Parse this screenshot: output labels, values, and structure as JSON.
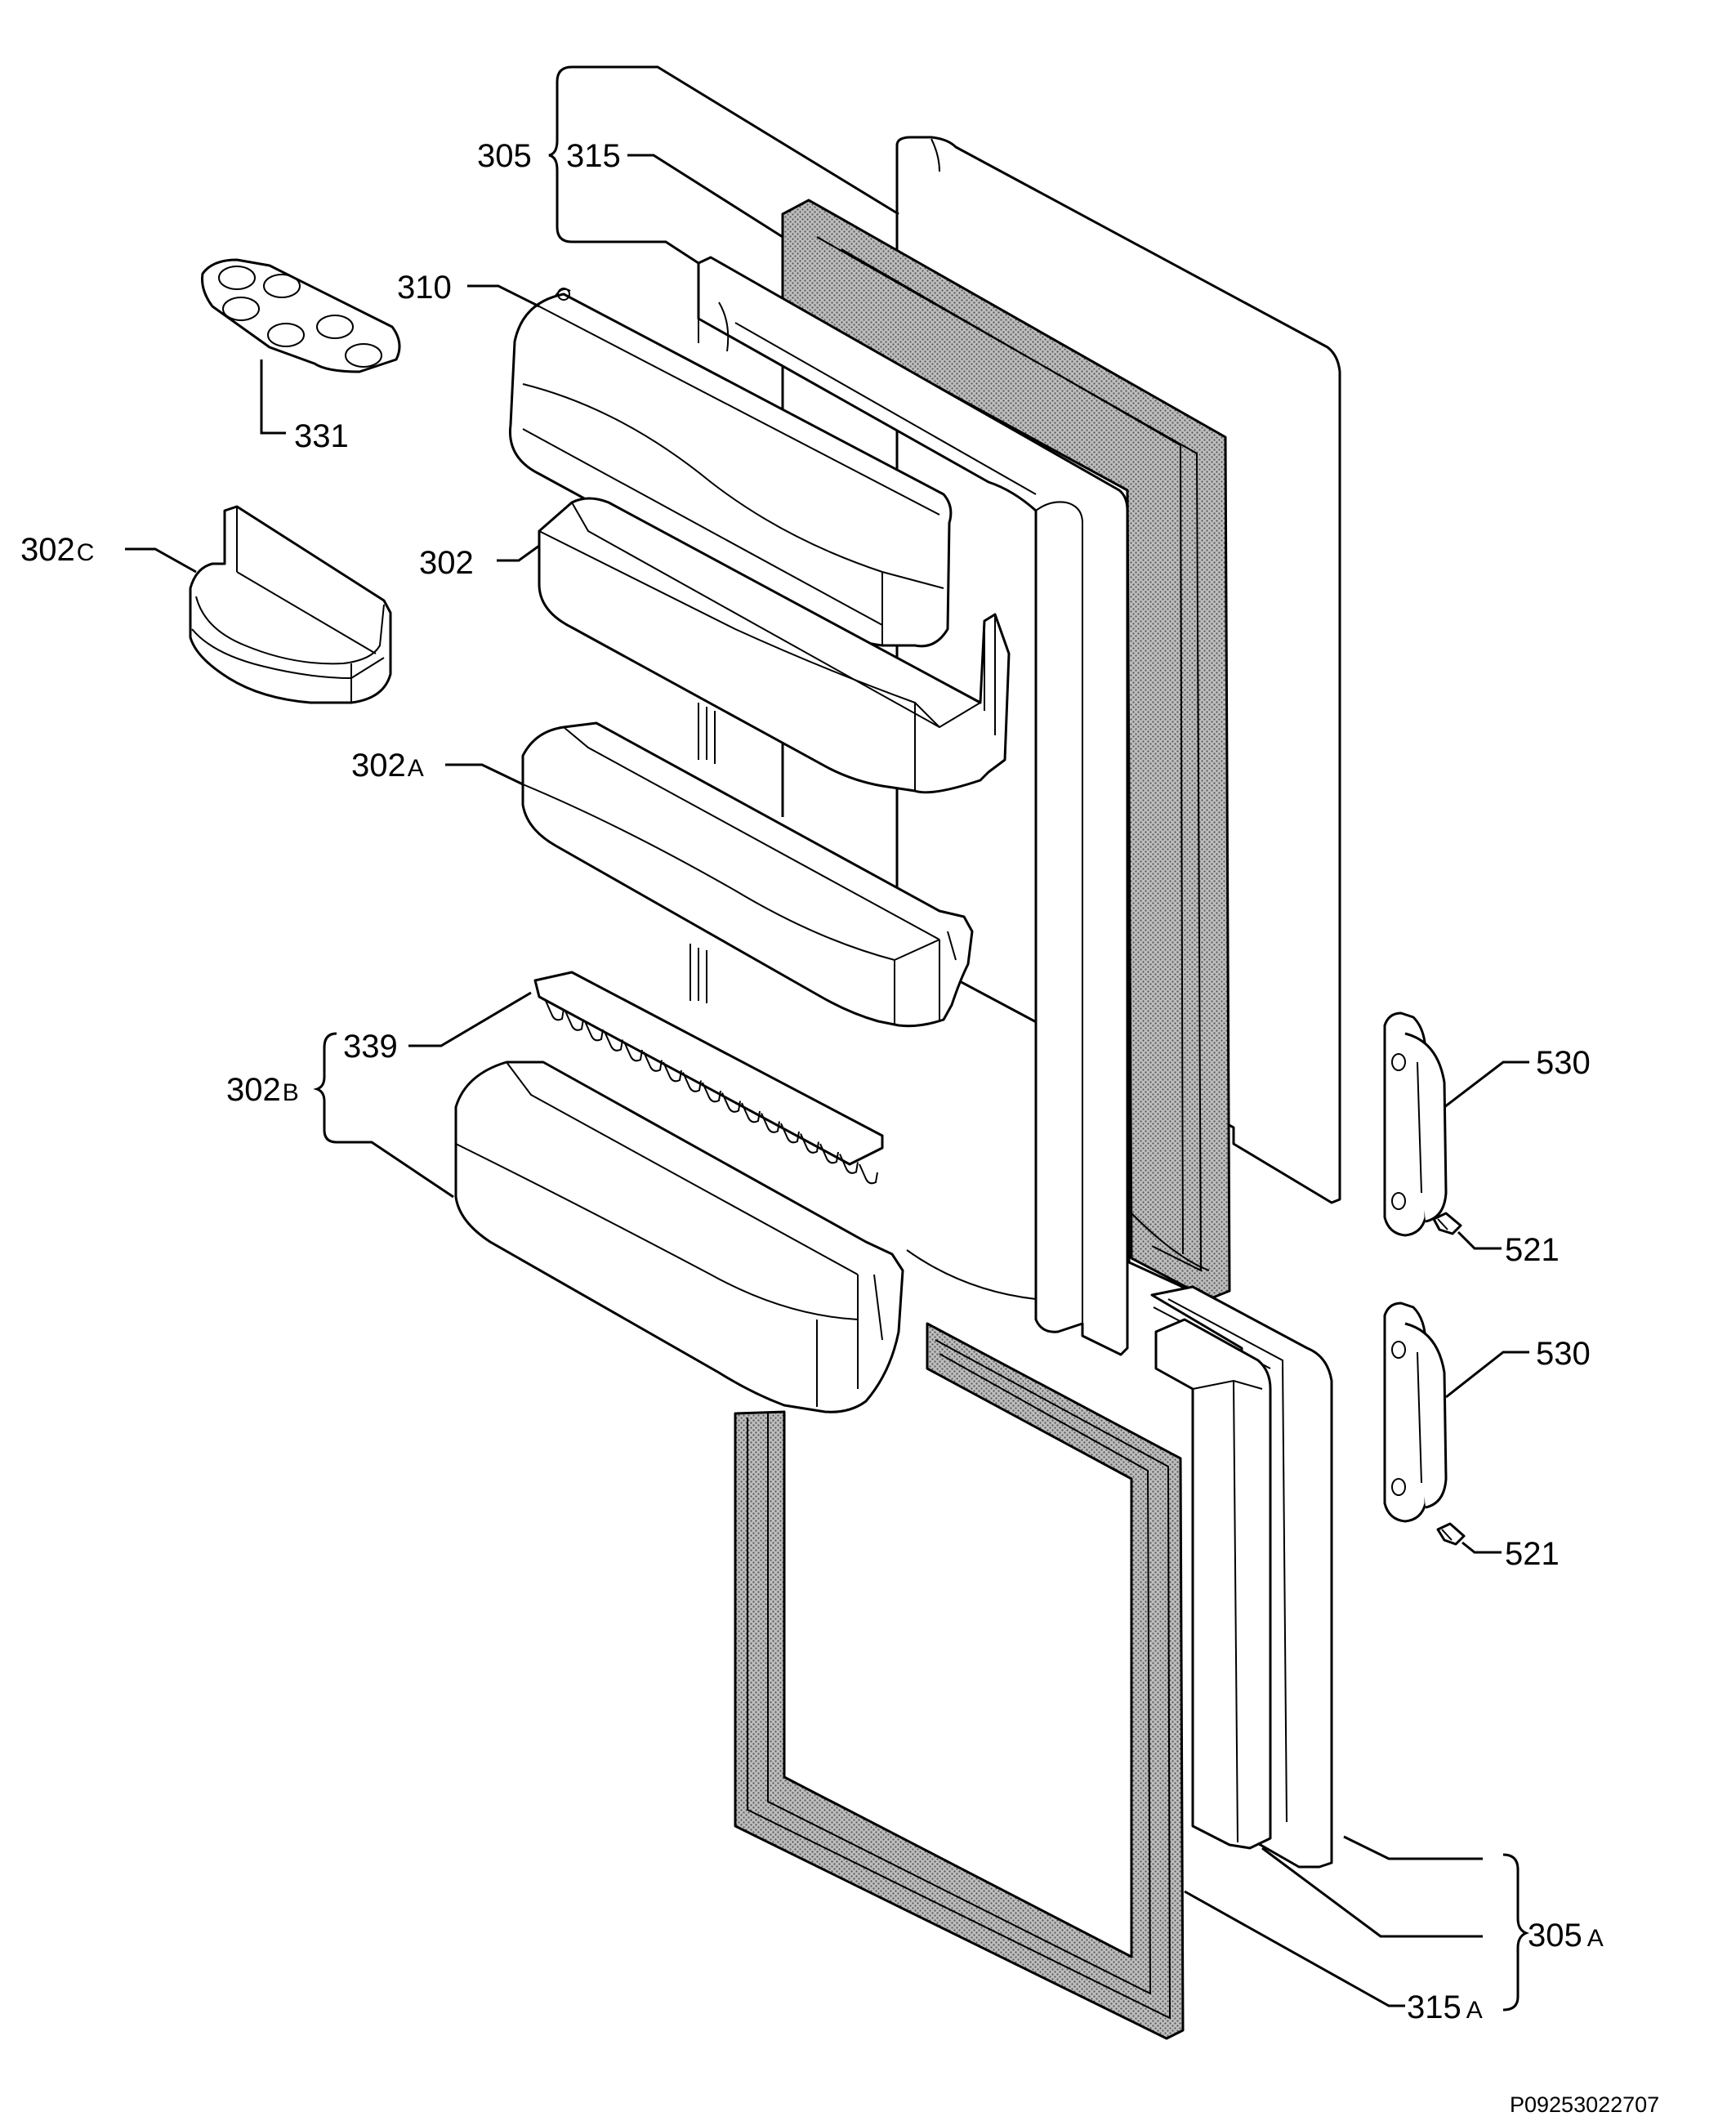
{
  "diagram": {
    "labels": {
      "l305": "305",
      "l315": "315",
      "l310": "310",
      "l331": "331",
      "l302c": "302",
      "l302c_sub": "C",
      "l302": "302",
      "l302a": "302",
      "l302a_sub": "A",
      "l339": "339",
      "l302b": "302",
      "l302b_sub": "B",
      "l530_upper": "530",
      "l521_upper": "521",
      "l530_lower": "530",
      "l521_lower": "521",
      "l305a": "305",
      "l305a_sub": "A",
      "l315a": "315",
      "l315a_sub": "A"
    },
    "reference_code": "P09253022707"
  },
  "colors": {
    "line": "#000000",
    "background": "#ffffff",
    "gasket_fill": "#9a9a9a"
  }
}
